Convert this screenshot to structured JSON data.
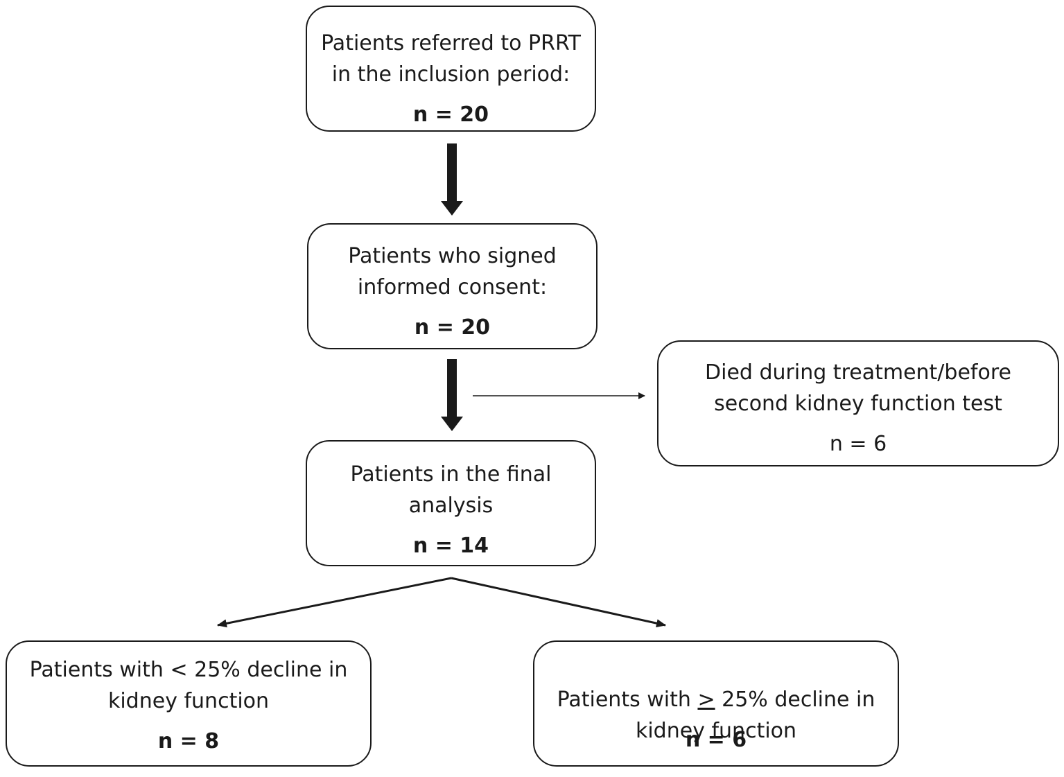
{
  "nodes": {
    "referred": {
      "label": "Patients referred  to PRRT\nin the inclusion period:",
      "count": "n = 20"
    },
    "consent": {
      "label": "Patients who signed\ninformed consent:",
      "count": "n = 20"
    },
    "died": {
      "label": "Died during treatment/before\nsecond kidney function test",
      "count": "n = 6"
    },
    "final": {
      "label": "Patients in the final\nanalysis",
      "count": "n = 14"
    },
    "low_decline": {
      "label": "Patients with < 25% decline in\nkidney function",
      "count": "n = 8"
    },
    "high_decline": {
      "label_prefix": "Patients with ",
      "label_symbol": ">",
      "label_suffix": " 25% decline in",
      "label_line2": "kidney function",
      "count": "n = 6"
    }
  },
  "edges": [
    {
      "from": "referred",
      "to": "consent",
      "style": "thick"
    },
    {
      "from": "consent",
      "to": "final",
      "style": "thick"
    },
    {
      "from": "consent",
      "to": "died",
      "style": "thin"
    },
    {
      "from": "final",
      "to": "low_decline",
      "style": "medium"
    },
    {
      "from": "final",
      "to": "high_decline",
      "style": "medium"
    }
  ],
  "colors": {
    "stroke": "#1a1a1a",
    "background": "#ffffff"
  }
}
